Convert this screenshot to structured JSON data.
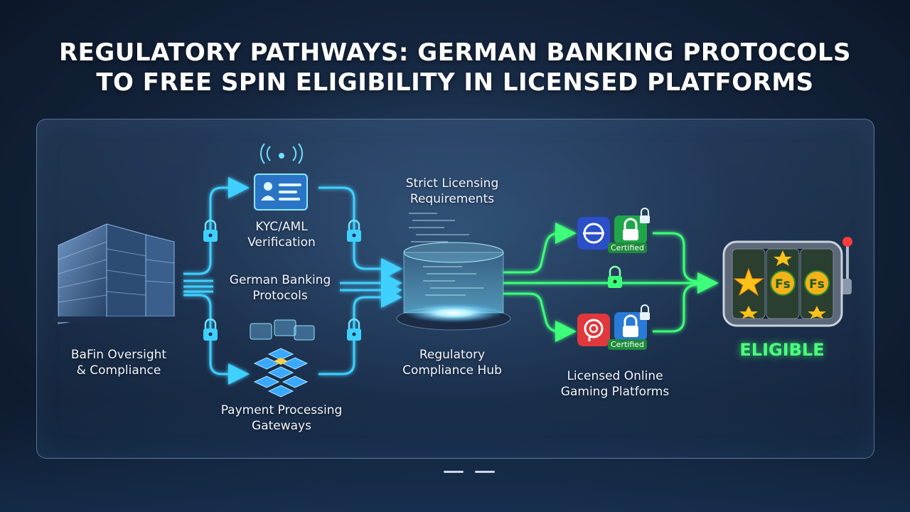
{
  "title": {
    "line1": "REGULATORY PATHWAYS: GERMAN BANKING PROTOCOLS",
    "line2": "TO FREE SPIN ELIGIBILITY IN LICENSED PLATFORMS"
  },
  "nodes": {
    "bafin": {
      "line1": "BaFin Oversight",
      "line2": "& Compliance"
    },
    "kyc": {
      "line1": "KYC/AML",
      "line2": "Verification"
    },
    "banking": {
      "line1": "German Banking",
      "line2": "Protocols"
    },
    "payment": {
      "line1": "Payment Processing",
      "line2": "Gateways"
    },
    "licensing": {
      "line1": "Strict Licensing",
      "line2": "Requirements"
    },
    "hub": {
      "line1": "Regulatory",
      "line2": "Compliance Hub"
    },
    "platforms": {
      "line1": "Licensed Online",
      "line2": "Gaming Platforms"
    },
    "eligible": "ELIGIBLE"
  },
  "badges": {
    "certified": "Certified"
  },
  "slot": {
    "symbol_fs": "Fs"
  },
  "colors": {
    "cyan_flow": "#3fd0ff",
    "green_flow": "#3dff7a",
    "eligible_green": "#4dff7c",
    "background": "#15263f"
  },
  "icons": [
    "building-icon",
    "id-card-icon",
    "lock-icon",
    "network-icon",
    "hologram-cylinder-icon",
    "platform-logo-icon",
    "slot-machine-icon"
  ]
}
